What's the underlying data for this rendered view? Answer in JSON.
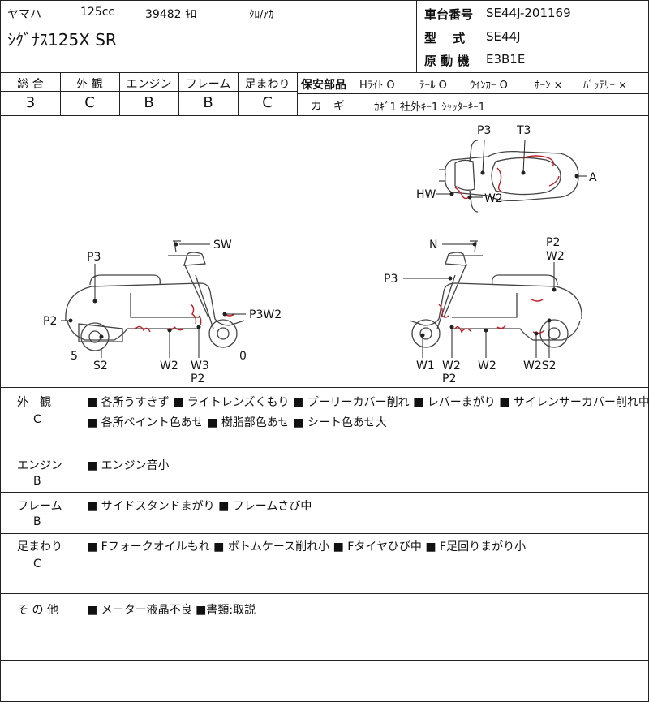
{
  "header": {
    "maker": "ヤマハ",
    "displacement": "125cc",
    "mileage": "39482 ｷﾛ",
    "color": "ｸﾛ/ｱｶ",
    "model": "ｼｸﾞﾅｽ125X SR",
    "frame_label": "車台番号",
    "frame_value": "SE44J-201169",
    "type_label": "型　 式",
    "type_value": "SE44J",
    "engine_label": "原 動 機",
    "engine_value": "E3B1E"
  },
  "grades": {
    "headers": [
      "総 合",
      "外 観",
      "エンジン",
      "フレーム",
      "足まわり"
    ],
    "values": [
      "3",
      "C",
      "B",
      "B",
      "C"
    ]
  },
  "parts": {
    "label": "保安部品",
    "items": [
      "Hﾗｲﾄ O",
      "ﾃｰﾙ O",
      "ｳｲﾝｶｰ O",
      "ﾎｰﾝ ×",
      "ﾊﾞｯﾃﾘｰ ×"
    ],
    "key_label": "カ　ギ",
    "key_value": "ｶｷﾞ1 社外ｷｰ1 ｼｬｯﾀｰｷｰ1"
  },
  "diagram": {
    "top": {
      "P3": "P3",
      "T3": "T3",
      "A": "A",
      "HW": "HW",
      "W2": "W2"
    },
    "left": {
      "SW": "SW",
      "P3": "P3",
      "P2": "P2",
      "P3W2": "P3W2",
      "n5": "5",
      "S2": "S2",
      "W2": "W2",
      "W3": "W3",
      "P2b": "P2",
      "n0": "0"
    },
    "right": {
      "N": "N",
      "P2": "P2",
      "W2a": "W2",
      "P3": "P3",
      "W1": "W1",
      "W2b": "W2",
      "P2b": "P2",
      "W2c": "W2",
      "W2S2": "W2S2"
    }
  },
  "remarks": [
    {
      "label": "外　観",
      "grade": "C",
      "lines": [
        "■ 各所うすきず ■ ライトレンズくもり ■ プーリーカバー削れ ■ レバーまがり ■ サイレンサーカバー削れ中",
        "■ 各所ペイント色あせ ■ 樹脂部色あせ ■ シート色あせ大"
      ]
    },
    {
      "label": "エンジン",
      "grade": "B",
      "lines": [
        "■ エンジン音小"
      ]
    },
    {
      "label": "フレーム",
      "grade": "B",
      "lines": [
        "■ サイドスタンドまがり ■ フレームさび中"
      ]
    },
    {
      "label": "足まわり",
      "grade": "C",
      "lines": [
        "■ Fフォークオイルもれ ■ ボトムケース削れ小 ■ Fタイヤひび中 ■ F足回りまがり小"
      ]
    },
    {
      "label": "そ の 他",
      "grade": "",
      "lines": [
        "■ メーター液晶不良 ■書類:取説"
      ]
    }
  ]
}
